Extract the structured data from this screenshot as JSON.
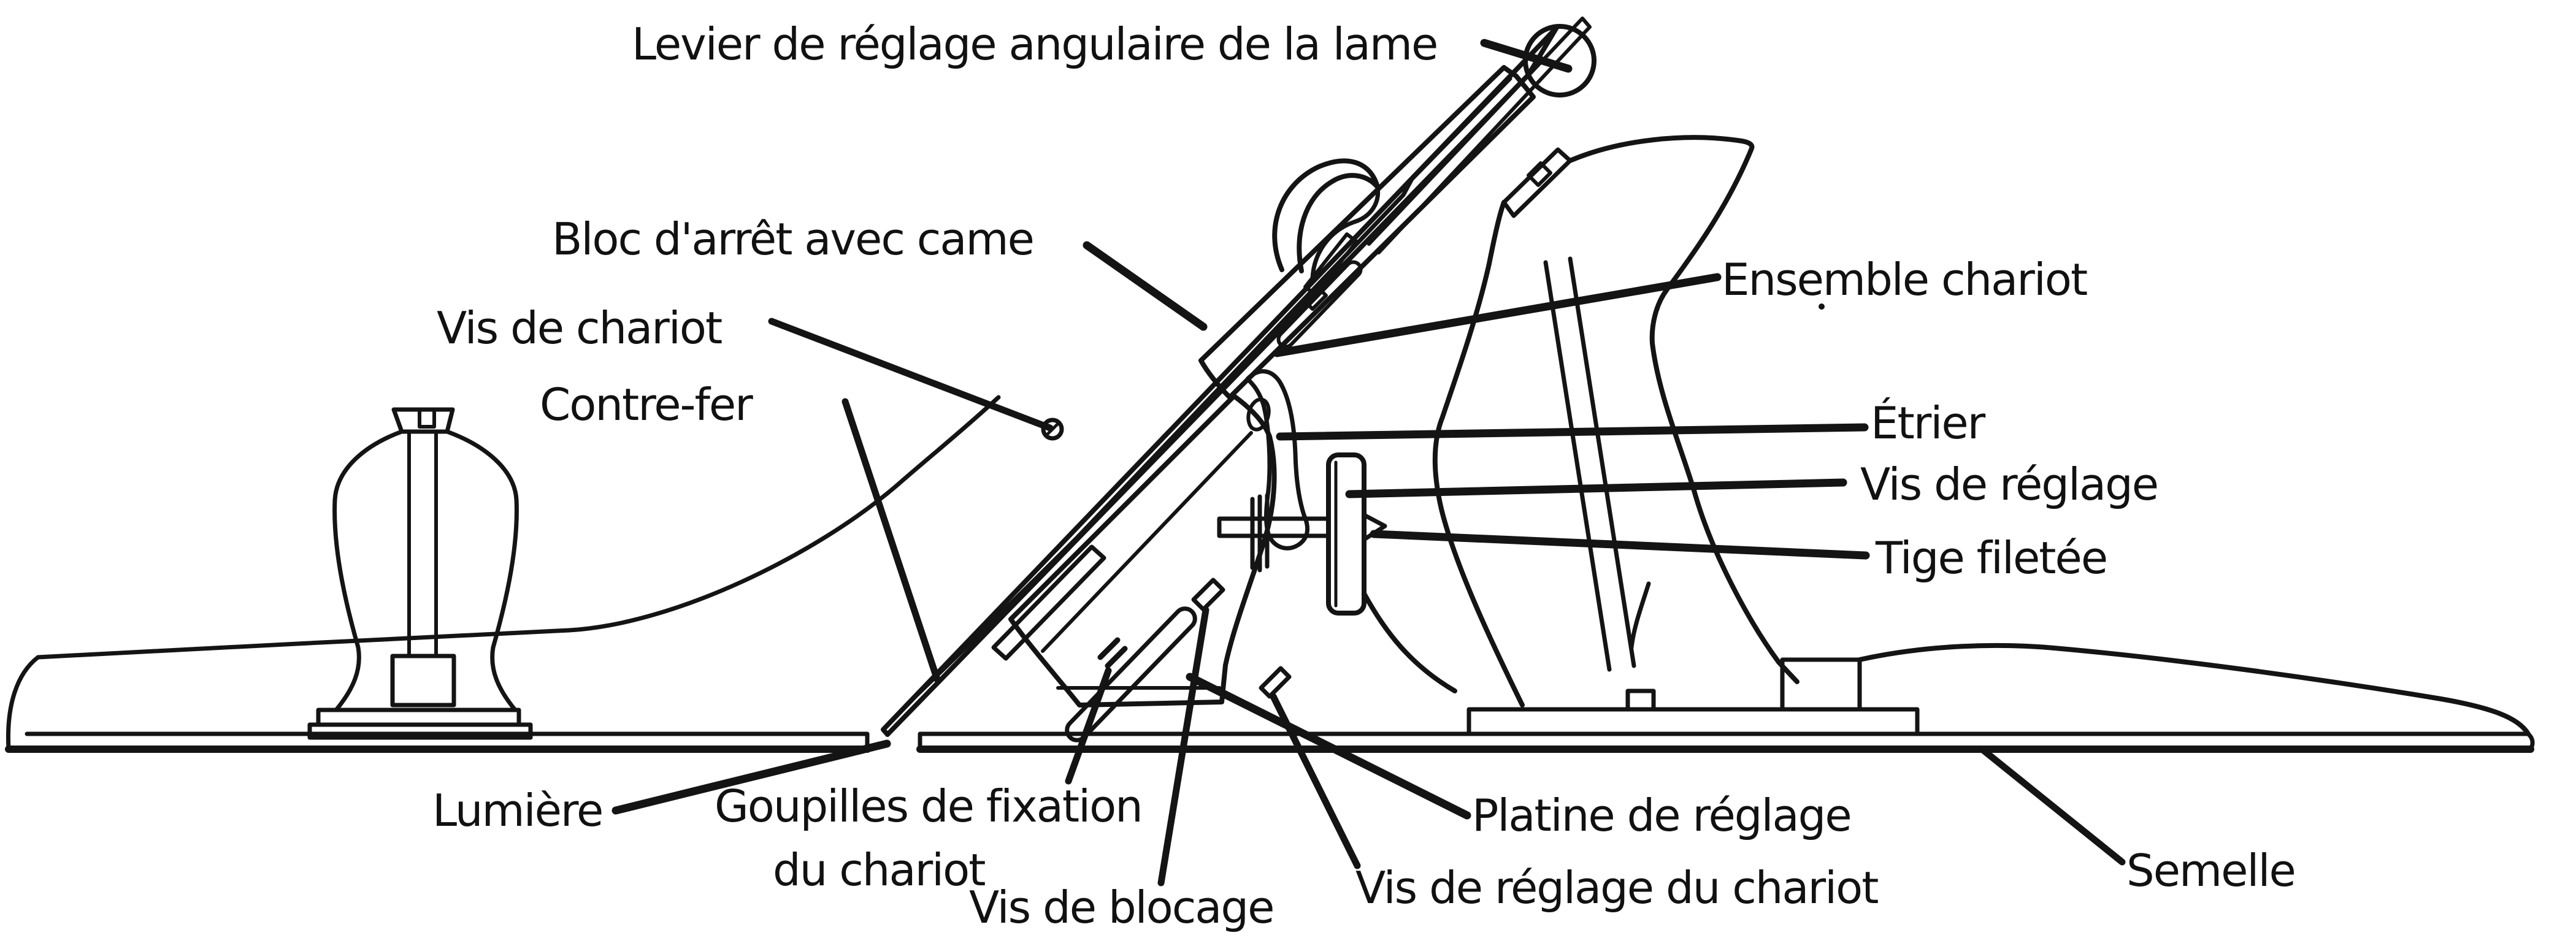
{
  "diagram": {
    "language": "fr",
    "subject_hint": "hand-plane exploded side view (line drawing)",
    "ink_color": "#141414",
    "background_color": "#ffffff"
  },
  "labels": {
    "levier": {
      "text": "Levier de réglage angulaire de la lame"
    },
    "bloc": {
      "text": "Bloc d'arrêt avec came"
    },
    "vis_chariot": {
      "text": "Vis de chariot"
    },
    "contre_fer": {
      "text": "Contre-fer"
    },
    "ensemble": {
      "text": "Ensemble chariot"
    },
    "etrier": {
      "text": "Étrier"
    },
    "vis_reglage": {
      "text": "Vis de réglage"
    },
    "tige": {
      "text": "Tige filetée"
    },
    "lumiere": {
      "text": "Lumière"
    },
    "goupilles": {
      "line1": "Goupilles de fixation",
      "line2": "du chariot"
    },
    "vis_blocage": {
      "text": "Vis de blocage"
    },
    "vis_reglage_chariot": {
      "text": "Vis de réglage du chariot"
    },
    "platine": {
      "text": "Platine de réglage"
    },
    "semelle": {
      "text": "Semelle"
    }
  }
}
